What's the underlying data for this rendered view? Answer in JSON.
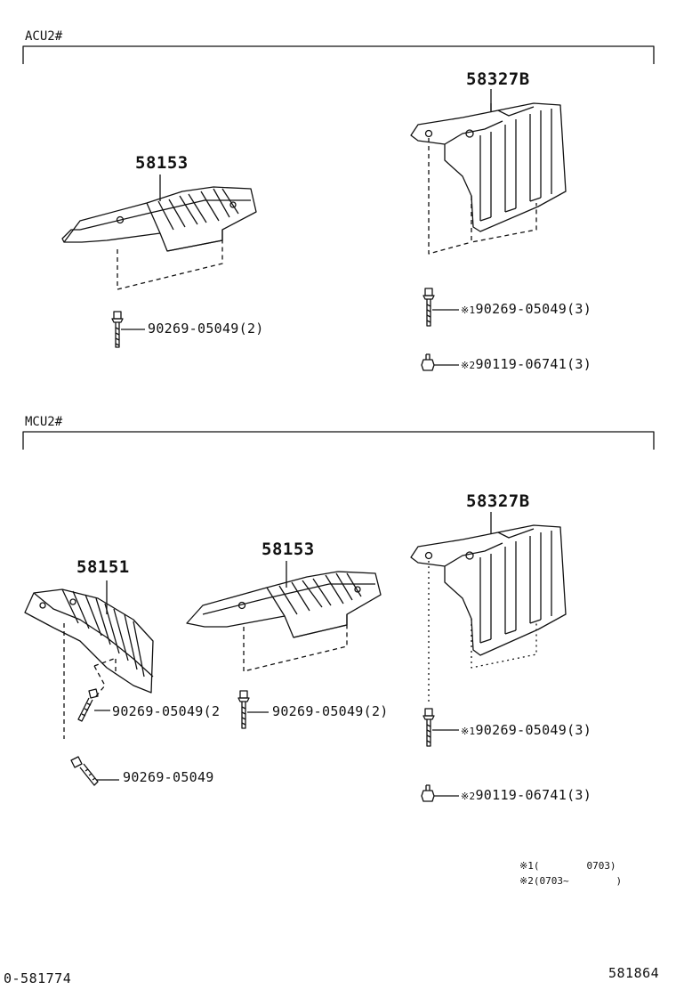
{
  "sections": [
    {
      "label": "ACU2#",
      "parts": {
        "heat_shield_center": "58153",
        "heat_shield_rear": "58327B"
      },
      "fasteners": [
        {
          "number": "90269-05049",
          "qty": "(2)"
        },
        {
          "number": "90269-05049",
          "qty": "(3)",
          "mark": "※1"
        },
        {
          "number": "90119-06741",
          "qty": "(3)",
          "mark": "※2"
        }
      ]
    },
    {
      "label": "MCU2#",
      "parts": {
        "heat_shield_front": "58151",
        "heat_shield_center": "58153",
        "heat_shield_rear": "58327B"
      },
      "fasteners": [
        {
          "number": "90269-05049",
          "qty": "(2"
        },
        {
          "number": "90269-05049",
          "qty": ""
        },
        {
          "number": "90269-05049",
          "qty": "(2)"
        },
        {
          "number": "90269-05049",
          "qty": "(3)",
          "mark": "※1"
        },
        {
          "number": "90119-06741",
          "qty": "(3)",
          "mark": "※2"
        }
      ]
    }
  ],
  "notes": [
    {
      "mark": "※1",
      "text": "(        0703)"
    },
    {
      "mark": "※2",
      "text": "(0703~        )"
    }
  ],
  "footer": {
    "left_code": "0-581774",
    "right_code": "581864"
  }
}
